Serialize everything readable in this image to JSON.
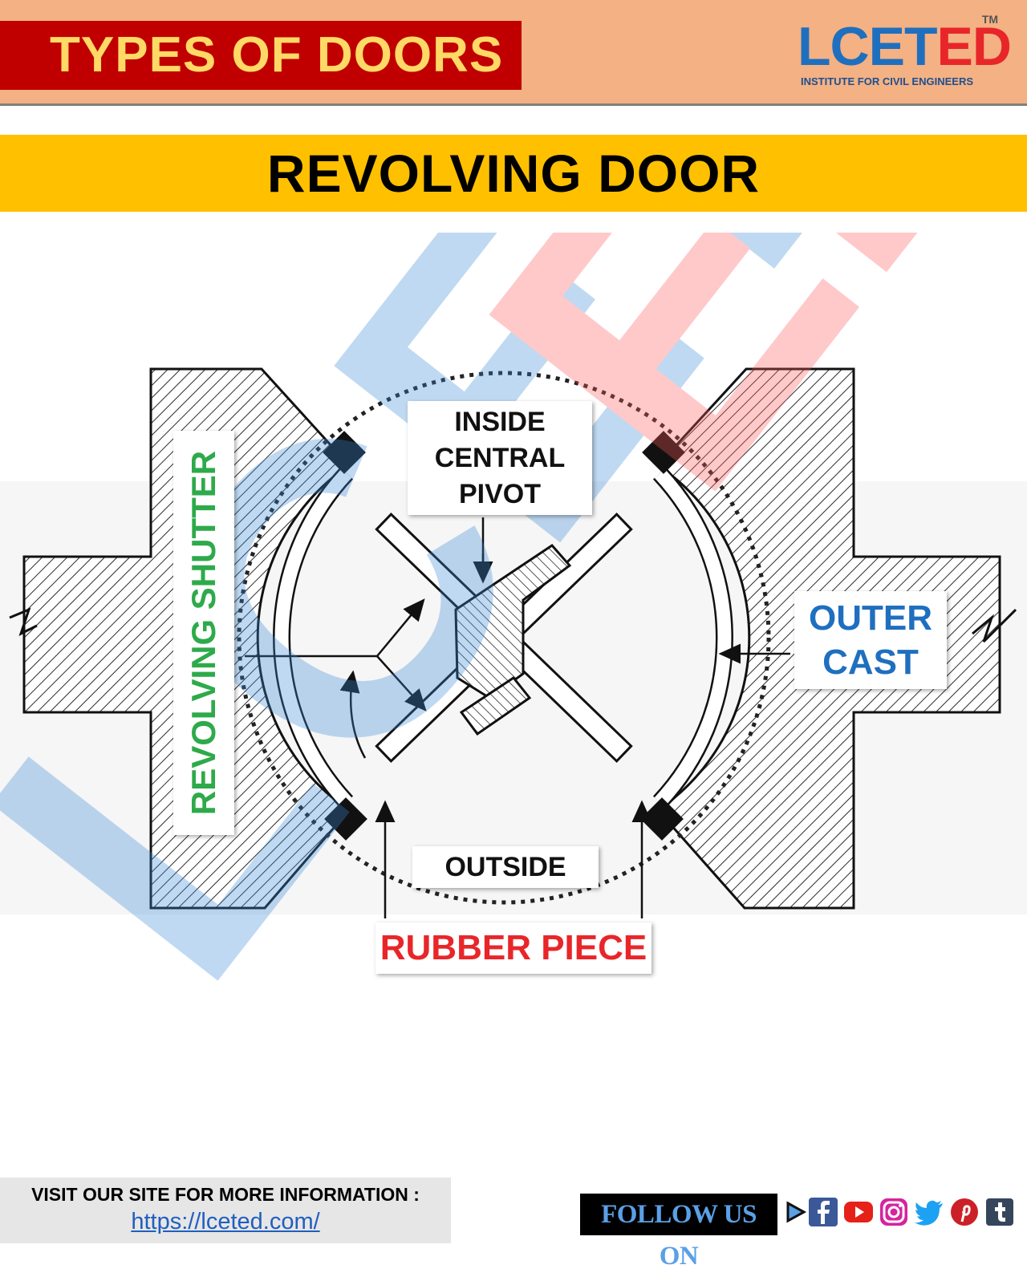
{
  "header": {
    "title": "TYPES OF DOORS",
    "logo": {
      "part1": "LCET",
      "part2": "ED",
      "tm": "TM",
      "tagline": "INSTITUTE FOR CIVIL ENGINEERS"
    }
  },
  "banner": {
    "title": "REVOLVING DOOR"
  },
  "diagram": {
    "labels": {
      "pivot_l1": "INSIDE",
      "pivot_l2": "CENTRAL",
      "pivot_l3": "PIVOT",
      "outside": "OUTSIDE",
      "outer_l1": "OUTER",
      "outer_l2": "CAST",
      "rubber": "RUBBER PIECE",
      "shutter": "REVOLVING SHUTTER"
    }
  },
  "footer": {
    "visit": "VISIT OUR SITE FOR MORE INFORMATION :",
    "url": "https://lceted.com/",
    "follow": "FOLLOW US ON"
  },
  "colors": {
    "header_bg": "#f4b183",
    "title_box": "#c00000",
    "title_text": "#ffd966",
    "banner_bg": "#ffc000",
    "brand_blue": "#1f6fbf",
    "brand_red": "#e8262a",
    "shutter_green": "#2eaa4a"
  },
  "icons": [
    "play-icon",
    "facebook-icon",
    "youtube-icon",
    "instagram-icon",
    "twitter-icon",
    "pinterest-icon",
    "tumblr-icon"
  ]
}
